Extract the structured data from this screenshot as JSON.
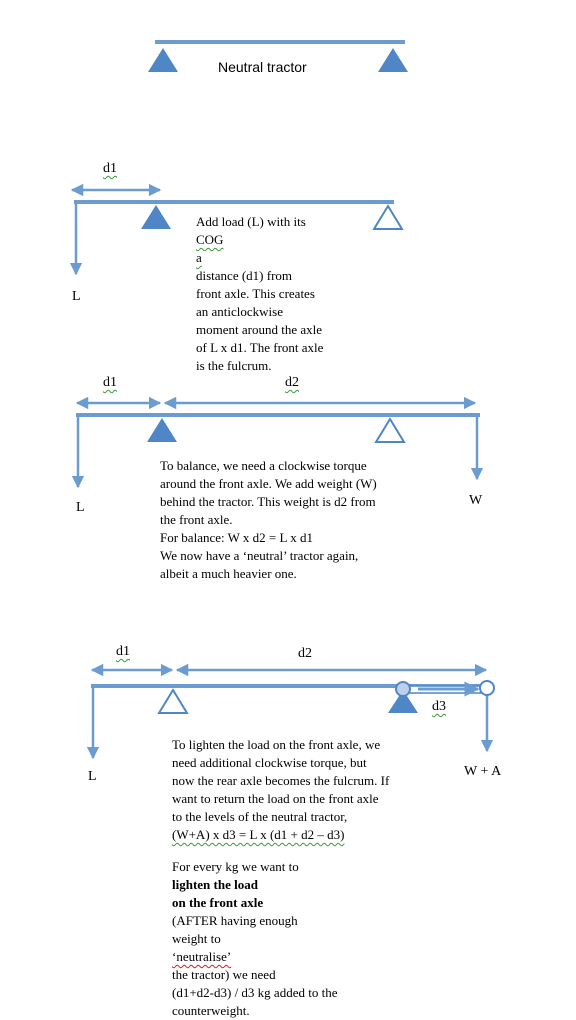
{
  "colors": {
    "beam": "#6a9bd1",
    "fulcrum": "#4f86c6",
    "text": "#000000",
    "spell_green": "#3a9a3a",
    "spell_red": "#d02020"
  },
  "diagram1": {
    "label": "Neutral tractor"
  },
  "diagram2": {
    "d1": "d1",
    "L": "L",
    "note": [
      "Add load (L) with its COG",
      "a distance (d1) from",
      "front axle.  This creates",
      "an anticlockwise",
      "moment around the axle",
      "of L x d1.  The front axle",
      "is the fulcrum."
    ]
  },
  "diagram3": {
    "d1": "d1",
    "d2": "d2",
    "L": "L",
    "W": "W",
    "note": [
      "To balance, we need a clockwise torque",
      "around the front axle.  We add weight (W)",
      "behind the tractor.  This weight is d2 from",
      "the front axle.",
      "For balance: W x d2 = L x d1",
      "We now have a ‘neutral’ tractor again,",
      "albeit a much heavier one."
    ]
  },
  "diagram4": {
    "d1": "d1",
    "d2": "d2",
    "d3": "d3",
    "L": "L",
    "WA": "W + A",
    "note": [
      "To lighten the load on the front axle, we",
      "need additional clockwise torque, but",
      "now the rear axle becomes the fulcrum.  If",
      "want to return the load on the front axle",
      "to the levels of the neutral tractor,",
      "(W+A) x d3 = L x (d1 + d2 – d3)"
    ],
    "note2_pre": "For every kg we want to ",
    "note2_bold": "lighten the load on the front axle",
    "note2_post": [
      " (AFTER having enough",
      "weight to ‘neutralise’ the tractor) we need",
      "(d1+d2-d3) / d3 kg added to the",
      "counterweight."
    ]
  }
}
